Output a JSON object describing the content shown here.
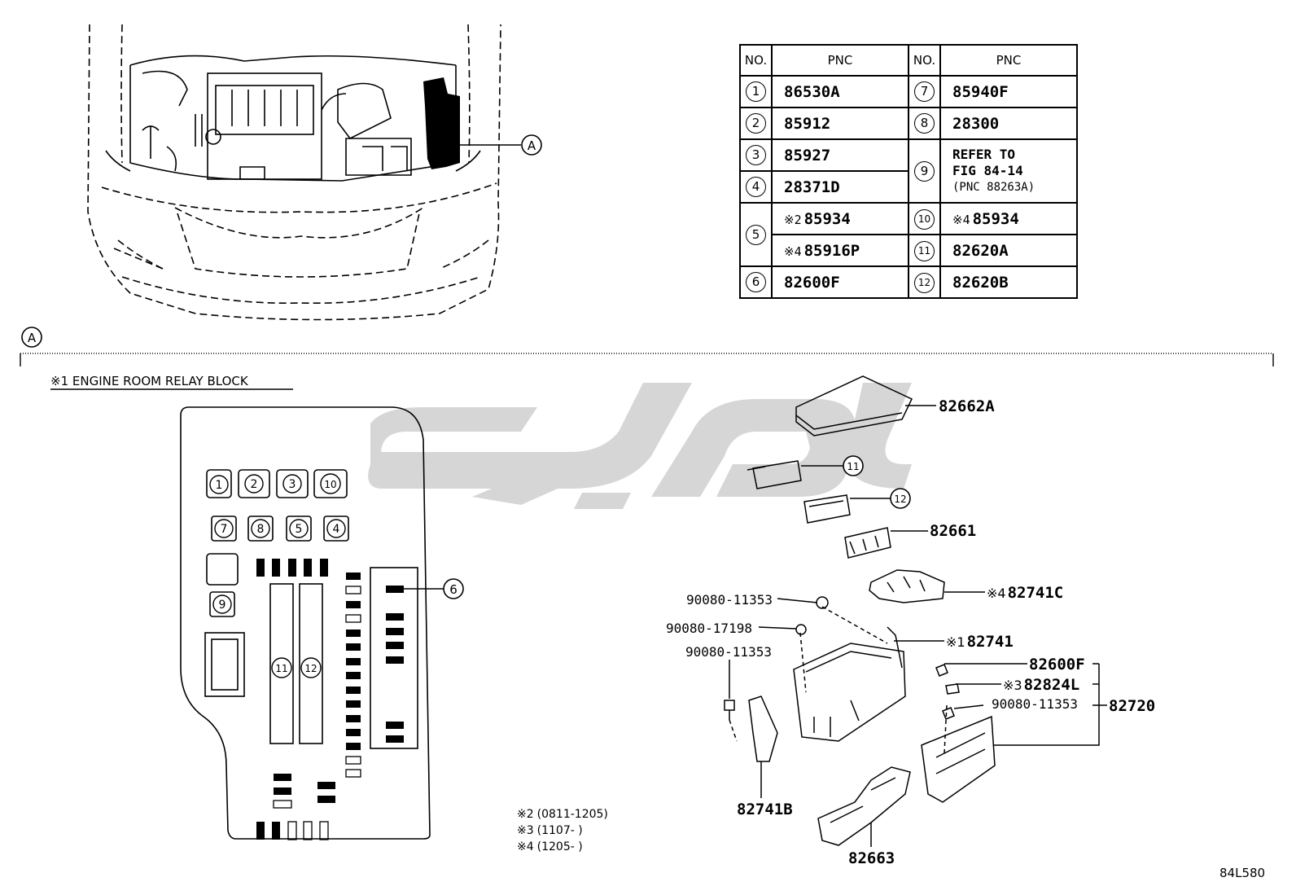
{
  "table": {
    "header_no": "NO.",
    "header_pnc": "PNC",
    "rows_left": [
      {
        "no": "1",
        "pnc": "86530A"
      },
      {
        "no": "2",
        "pnc": "85912"
      },
      {
        "no": "3",
        "pnc": "85927"
      },
      {
        "no": "4",
        "pnc": "28371D"
      },
      {
        "no": "5",
        "pnc_a_mark": "※2",
        "pnc_a": "85934",
        "pnc_b_mark": "※4",
        "pnc_b": "85916P"
      },
      {
        "no": "6",
        "pnc": "82600F"
      }
    ],
    "rows_right": [
      {
        "no": "7",
        "pnc": "85940F"
      },
      {
        "no": "8",
        "pnc": "28300"
      },
      {
        "no": "9",
        "refer_1": "REFER TO",
        "refer_2": "FIG 84-14",
        "refer_3": "(PNC 88263A)"
      },
      {
        "no": "10",
        "mark": "※4",
        "pnc": "85934"
      },
      {
        "no": "11",
        "pnc": "82620A"
      },
      {
        "no": "12",
        "pnc": "82620B"
      }
    ]
  },
  "callout_a": "A",
  "section_a_marker": "A",
  "relay_block_title": "※1 ENGINE ROOM RELAY BLOCK",
  "relay_block_positions": [
    "1",
    "2",
    "3",
    "10",
    "7",
    "8",
    "5",
    "4",
    "9",
    "11",
    "12",
    "6"
  ],
  "parts": {
    "p82662A": "82662A",
    "p82661": "82661",
    "p82741C_mark": "※4",
    "p82741C": "82741C",
    "p82741_mark": "※1",
    "p82741": "82741",
    "p82600F": "82600F",
    "p82824L_mark": "※3",
    "p82824L": "82824L",
    "p82720": "82720",
    "p82741B": "82741B",
    "p82663": "82663",
    "bolt_1": "90080-11353",
    "nut": "90080-17198",
    "bolt_2": "90080-11353",
    "bolt_3": "90080-11353",
    "callout_11": "11",
    "callout_12": "12"
  },
  "notes": [
    {
      "mark": "※2",
      "text": "(0811-1205)"
    },
    {
      "mark": "※3",
      "text": "(1107-       )"
    },
    {
      "mark": "※4",
      "text": "(1205-       )"
    }
  ],
  "figure_code": "84L580"
}
